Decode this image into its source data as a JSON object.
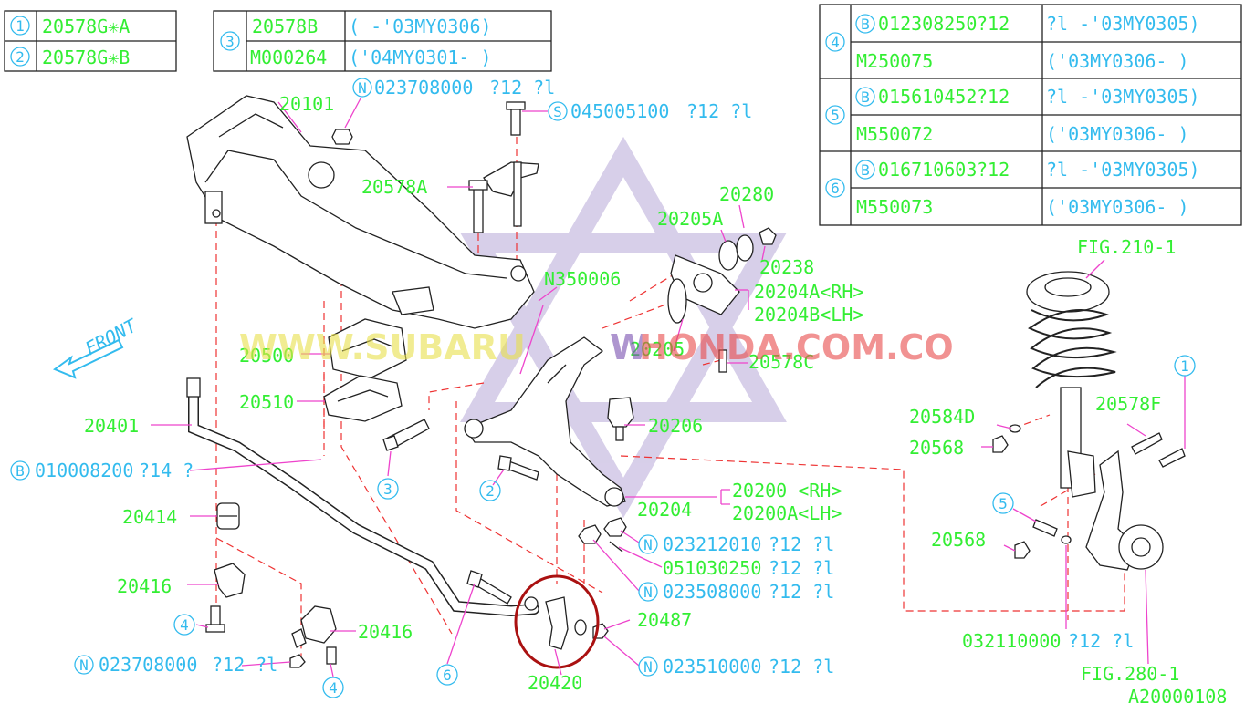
{
  "tables": {
    "t1": {
      "rows": [
        {
          "num": "1",
          "part": "20578G✳A"
        },
        {
          "num": "2",
          "part": "20578G✳B"
        }
      ]
    },
    "t3": {
      "num": "3",
      "rows": [
        {
          "part": "20578B",
          "range": "(      -'03MY0306)"
        },
        {
          "part": "M000264",
          "range": "('04MY0301-     )"
        }
      ]
    },
    "t4": {
      "groups": [
        {
          "num": "4",
          "bolt_mark": "B",
          "bolt": "012308250",
          "bolt_qty": "?12",
          "bolt_range": "?l    -'03MY0305)",
          "nut": "M250075",
          "nut_range": "('03MY0306-     )"
        },
        {
          "num": "5",
          "bolt_mark": "B",
          "bolt": "015610452",
          "bolt_qty": "?12",
          "bolt_range": "?l    -'03MY0305)",
          "nut": "M550072",
          "nut_range": "('03MY0306-     )"
        },
        {
          "num": "6",
          "bolt_mark": "B",
          "bolt": "016710603",
          "bolt_qty": "?12",
          "bolt_range": "?l    -'03MY0305)",
          "nut": "M550073",
          "nut_range": "('03MY0306-     )"
        }
      ]
    }
  },
  "labels": {
    "p20101": "20101",
    "n_top": {
      "mark": "N",
      "code": "023708000",
      "qty": "?12  ?l"
    },
    "s_top": {
      "mark": "S",
      "code": "045005100",
      "qty": "?12  ?l"
    },
    "p20578A": "20578A",
    "p20280": "20280",
    "p20205A": "20205A",
    "p20238": "20238",
    "p20204A": "20204A<RH>",
    "p20204B": "20204B<LH>",
    "n350006": "N350006",
    "front": "FRONT",
    "p20500": "20500",
    "p20510": "20510",
    "p20205": "20205",
    "p20578C": "20578C",
    "p20206": "20206",
    "p20401": "20401",
    "b_stab": {
      "mark": "B",
      "code": "010008200",
      "qty": "?14  ?"
    },
    "p20414": "20414",
    "p20416a": "20416",
    "p20416b": "20416",
    "p20200": "20200 <RH>",
    "p20200A": "20200A<LH>",
    "p20204": "20204",
    "n023212010": {
      "mark": "N",
      "code": "023212010",
      "qty": "?12  ?l"
    },
    "p051030250": {
      "code": "051030250",
      "qty": "?12  ?l"
    },
    "n023508000": {
      "mark": "N",
      "code": "023508000",
      "qty": "?12  ?l"
    },
    "p20487": "20487",
    "n023510000": {
      "mark": "N",
      "code": "023510000",
      "qty": "?12  ?l"
    },
    "p20420": "20420",
    "n_bottom": {
      "mark": "N",
      "code": "023708000",
      "qty": "?12  ?l"
    },
    "fig210": "FIG.210-1",
    "fig280": "FIG.280-1",
    "p20578F": "20578F",
    "p20584D": "20584D",
    "p20568a": "20568",
    "p20568b": "20568",
    "p032110000": {
      "code": "032110000",
      "qty": "?12  ?l"
    },
    "diagram_id": "A20000108"
  },
  "callouts": {
    "c1": "1",
    "c2": "2",
    "c3": "3",
    "c4a": "4",
    "c4b": "4",
    "c5": "5",
    "c6": "6"
  },
  "watermark": {
    "part1": "WWW.SUBARU",
    "part2": "W",
    "part3": "HONDA.COM.CO"
  },
  "colors": {
    "part_number": "#33ee33",
    "reference": "#33bbee",
    "leader": "#ee44cc",
    "dashed": "#ee3333",
    "highlight": "#aa1111",
    "watermark_star": "#b8a8d8"
  }
}
